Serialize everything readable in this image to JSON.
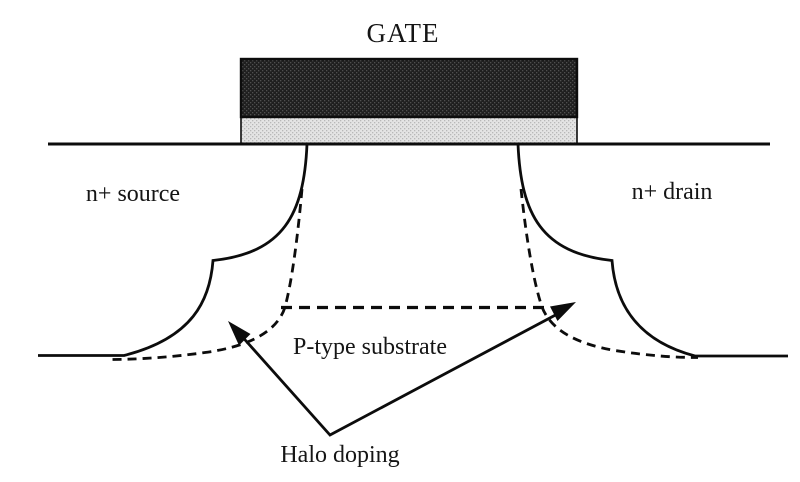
{
  "figure": {
    "labels": {
      "gate": "GATE",
      "source": "n+ source",
      "drain": "n+ drain",
      "substrate": "P-type substrate",
      "halo": "Halo doping"
    },
    "colors": {
      "background": "#ffffff",
      "line": "#0c0c0c",
      "text": "#151515",
      "gate_dark_bg": "#1f1f1f",
      "gate_dark_dot": "#4f4f4f",
      "oxide_light_bg": "#e4e4e4",
      "oxide_light_dot": "#b8b8b8"
    }
  }
}
